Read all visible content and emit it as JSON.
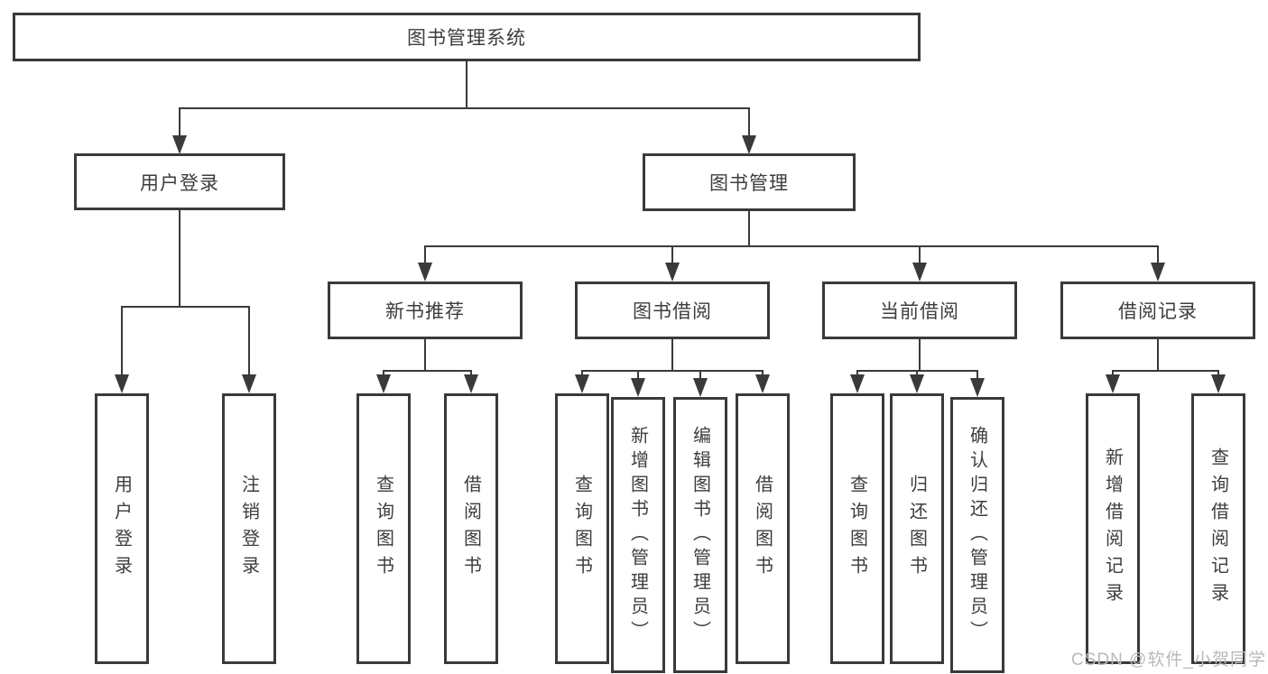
{
  "diagram": {
    "root": {
      "label": "图书管理系统",
      "children": [
        {
          "label": "用户登录",
          "children": [
            {
              "label": "用户登录"
            },
            {
              "label": "注销登录"
            }
          ]
        },
        {
          "label": "图书管理",
          "children": [
            {
              "label": "新书推荐",
              "children": [
                {
                  "label": "查询图书"
                },
                {
                  "label": "借阅图书"
                }
              ]
            },
            {
              "label": "图书借阅",
              "children": [
                {
                  "label": "查询图书"
                },
                {
                  "label": "新增图书（管理员）"
                },
                {
                  "label": "编辑图书（管理员）"
                },
                {
                  "label": "借阅图书"
                }
              ]
            },
            {
              "label": "当前借阅",
              "children": [
                {
                  "label": "查询图书"
                },
                {
                  "label": "归还图书"
                },
                {
                  "label": "确认归还（管理员）"
                }
              ]
            },
            {
              "label": "借阅记录",
              "children": [
                {
                  "label": "新增借阅记录"
                },
                {
                  "label": "查询借阅记录"
                }
              ]
            }
          ]
        }
      ]
    }
  },
  "watermark": {
    "text": "CSDN @软件_小贺同学"
  },
  "colors": {
    "line": "#3a3a3a",
    "text": "#3d3d3d",
    "background": "#ffffff",
    "watermark": "#b9b9b9"
  }
}
